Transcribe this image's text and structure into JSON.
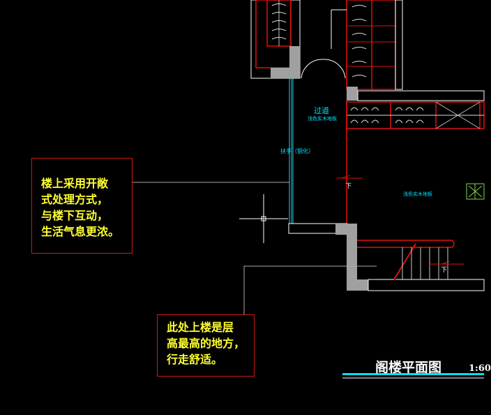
{
  "title": "阁楼平面图",
  "scale": "1:60",
  "notes": [
    {
      "lines": [
        "楼上采用开敞",
        "式处理方式，",
        "与楼下互动，",
        "生活气息更浓。"
      ]
    },
    {
      "lines": [
        "此处上楼是层",
        "高最高的地方，",
        "行走舒适。"
      ]
    }
  ],
  "labels": {
    "corridor": "过道",
    "corridor_floor": "浅色实木地板",
    "handrail": "扶手（钢化）",
    "room_floor": "浅色实木地板",
    "down_1": "下",
    "down_2": "下"
  },
  "colors": {
    "background": "#000000",
    "wall_red": "#e01010",
    "wall_fill": "#a0a0a0",
    "text_yellow": "#ffff33",
    "cad_cyan": "#00e0ff",
    "line_white": "#ffffff"
  }
}
